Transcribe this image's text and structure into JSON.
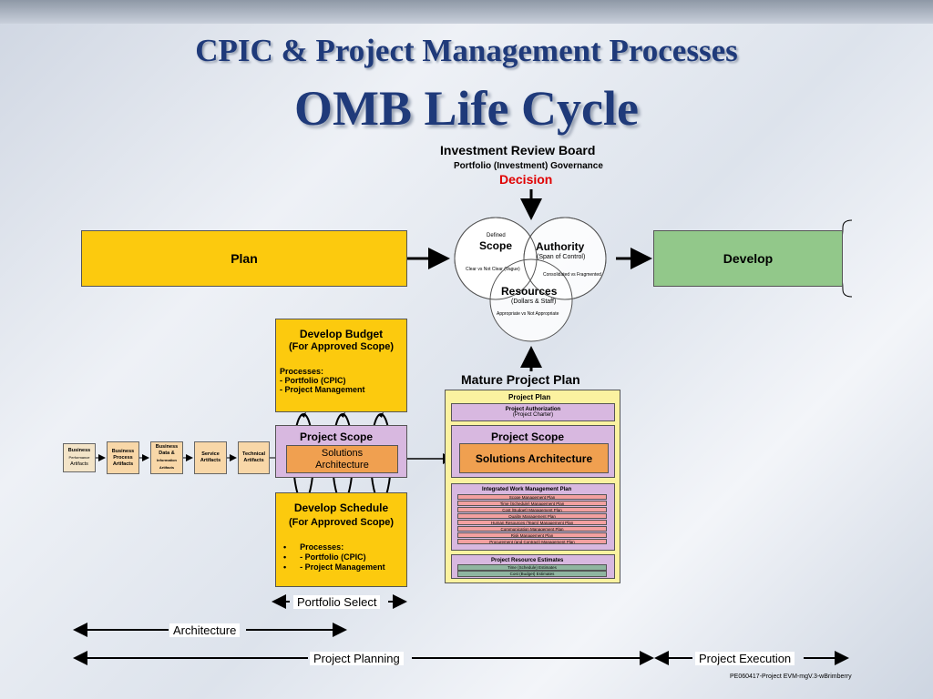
{
  "title": "CPIC & Project Management Processes",
  "subtitle": "OMB Life Cycle",
  "irb": {
    "heading": "Investment Review Board",
    "sub": "Portfolio (Investment) Governance",
    "decision": "Decision"
  },
  "venn": {
    "scope_defined": "Defined",
    "scope": "Scope",
    "authority": "Authority",
    "authority_sub": "(Span of Control)",
    "clear": "Clear vs Not Clear (Vague)",
    "consolidated": "Consolidated vs Fragmented",
    "resources": "Resources",
    "resources_sub": "(Dollars & Staff)",
    "appropriate": "Appropriate vs Not Appropriate"
  },
  "plan": "Plan",
  "develop": "Develop",
  "budget": {
    "title1": "Develop Budget",
    "title2": "(For Approved Scope)",
    "processes": "Processes:",
    "p1": "- Portfolio (CPIC)",
    "p2": "- Project Management"
  },
  "center_scope": "Project Scope",
  "center_sa": "Solutions Architecture",
  "schedule": {
    "title1": "Develop Schedule",
    "title2": "(For Approved Scope)",
    "b1": "Processes:",
    "b2": "- Portfolio (CPIC)",
    "b3": "- Project Management"
  },
  "artifacts": [
    {
      "l1": "Business",
      "l2": "Performance",
      "l3": "Artifacts"
    },
    {
      "l1": "Business",
      "l2": "Process",
      "l3": "Artifacts"
    },
    {
      "l1": "Business",
      "l2": "Data &",
      "l3": "Information Artifacts"
    },
    {
      "l1": "Service",
      "l2": "Artifacts",
      "l3": ""
    },
    {
      "l1": "Technical",
      "l2": "Artifacts",
      "l3": ""
    }
  ],
  "mature": {
    "heading": "Mature Project Plan",
    "project_plan": "Project Plan",
    "auth1": "Project Authorization",
    "auth2": "(Project Charter)",
    "scope": "Project Scope",
    "sa": "Solutions Architecture",
    "iwmp": "Integrated Work Management Plan",
    "iwmp_rows": [
      "Scope Management Plan",
      "Time (Schedule) Management Plan",
      "Cost (Budget) Management Plan",
      "Quality Management Plan",
      "Human Resources (Team) Management Plan",
      "Communication Management Plan",
      "Risk Management Plan",
      "Procurement (and Contract) Management Plan"
    ],
    "pre": "Project Resource Estimates",
    "pre_rows": [
      "Time (Schedule) Estimates",
      "Cost (Budget) Estimates"
    ]
  },
  "portfolio_select": "Portfolio Select",
  "architecture": "Architecture",
  "project_planning": "Project Planning",
  "project_execution": "Project Execution",
  "footer": "PE060417-Project EVM-mgV.3-wBrimberry"
}
